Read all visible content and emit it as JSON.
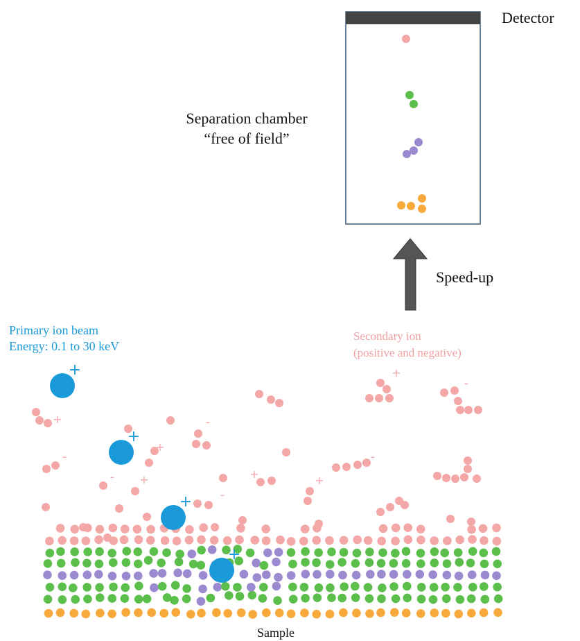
{
  "labels": {
    "detector": "Detector",
    "separation_line1": "Separation chamber",
    "separation_line2": "“free of field”",
    "speed_up": "Speed-up",
    "primary_line1": "Primary ion beam",
    "primary_line2": "Energy: 0.1 to 30 keV",
    "secondary_line1": "Secondary ion",
    "secondary_line2": "(positive and negative)",
    "sample": "Sample",
    "plus": "+",
    "minus": "-"
  },
  "colors": {
    "primary": "#1a9ad8",
    "secondary": "#f3a7a7",
    "green": "#5cbf4c",
    "purple": "#9b8ad0",
    "orange": "#f7a93c",
    "detector_bar": "#444444",
    "chamber_border": "#3a5a78",
    "arrow": "#555555",
    "text": "#111111",
    "primary_text": "#1a9ad8",
    "secondary_text": "#f1a0a0"
  }
}
